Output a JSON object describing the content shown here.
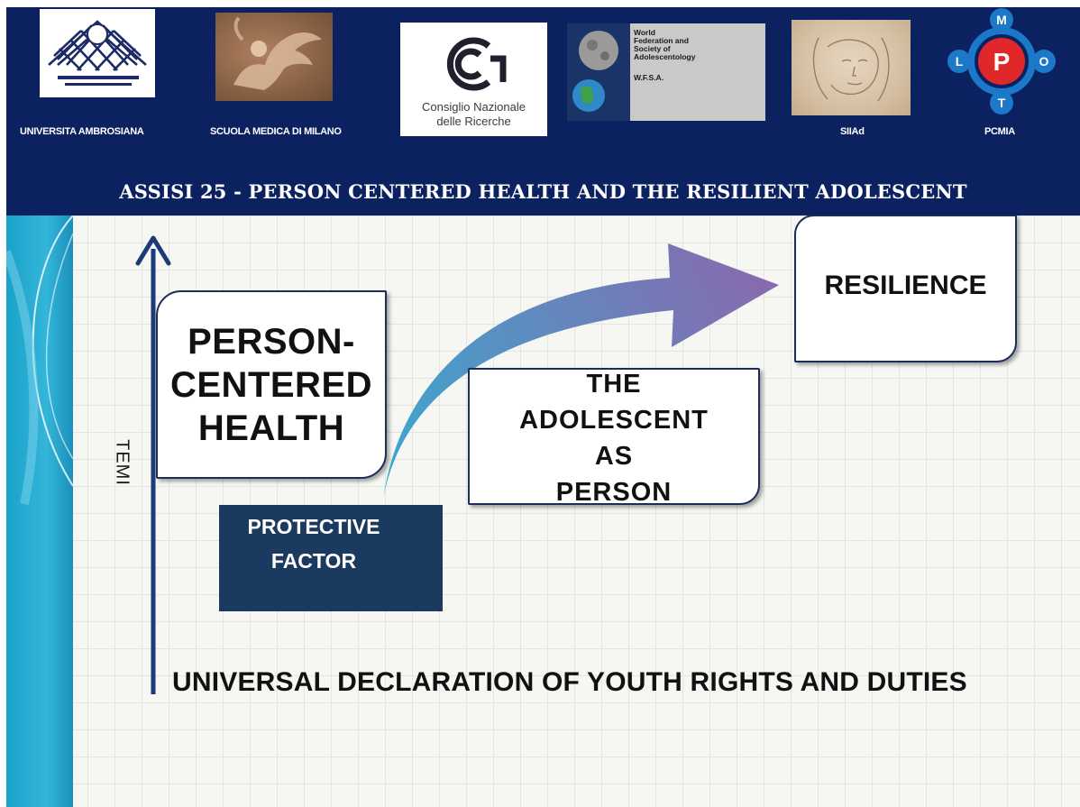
{
  "header": {
    "logos": [
      {
        "id": "universita-ambrosiana",
        "caption": "UNIVERSITA AMBROSIANA"
      },
      {
        "id": "scuola-medica-di-milano",
        "caption": "SCUOLA MEDICA DI MILANO"
      },
      {
        "id": "cnr",
        "caption": "",
        "text_lines": [
          "Consiglio Nazionale",
          "delle Ricerche"
        ]
      },
      {
        "id": "wfsa",
        "caption": "",
        "text_lines": [
          "World",
          "Federation and",
          "Society of",
          "Adolescentology",
          "W.F.S.A."
        ]
      },
      {
        "id": "siiad",
        "caption": "SIIAd"
      },
      {
        "id": "pcmia",
        "caption": "PCMIA",
        "letters": [
          "M",
          "L",
          "P",
          "O",
          "T"
        ]
      }
    ],
    "title": "ASSISI 25 - PERSON CENTERED HEALTH AND THE RESILIENT ADOLESCENT"
  },
  "diagram": {
    "vertical_axis_label": "TEMI",
    "person_centered_health": [
      "PERSON-",
      "CENTERED",
      "HEALTH"
    ],
    "protective_factor": [
      "PROTECTIVE",
      "FACTOR"
    ],
    "adolescent_as_person": [
      "THE",
      "ADOLESCENT",
      "AS",
      "PERSON"
    ],
    "resilience": "RESILIENCE",
    "base_statement": "UNIVERSAL DECLARATION OF YOUTH RIGHTS  AND DUTIES"
  },
  "colors": {
    "header_bg": "#0c2260",
    "sidebar": "#1aa1c9",
    "axis": "#1c3a78",
    "protective_factor_bg": "#1b3a60",
    "arrow_start": "#3aa9cf",
    "arrow_end": "#8a68ad",
    "pcmia_blue": "#1c78c9",
    "pcmia_red": "#e0282a"
  }
}
